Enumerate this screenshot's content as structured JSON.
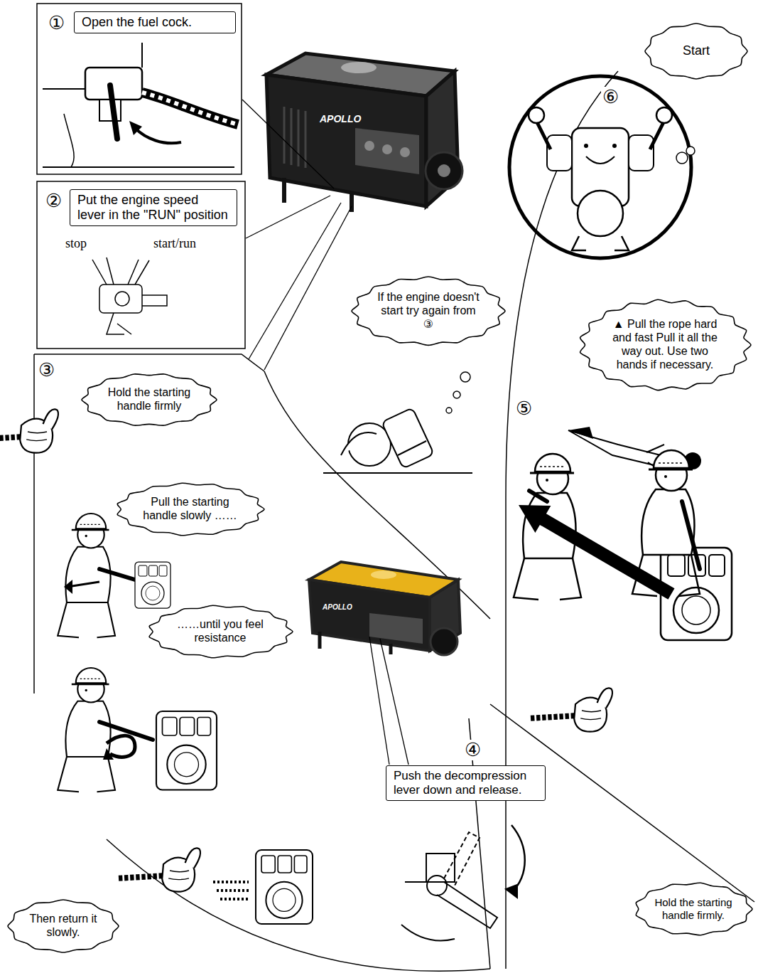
{
  "diagram": {
    "nodes": [
      {
        "text": [
          "Open the fuel cock."
        ]
      },
      {
        "text": [
          "Put the engine speed lever in the \"RUN\" position"
        ]
      },
      {
        "text": [
          "Start"
        ]
      },
      {
        "text": [
          "If the engine doesn't start try again from ③"
        ]
      },
      {
        "text": [
          "Hold the starting handle firmly"
        ]
      },
      {
        "text": [
          "▲ Pull the rope hard and fast Pull it all the way out. Use two hands if necessary."
        ]
      },
      {
        "text": [
          "Pull the starting handle slowly ……"
        ]
      },
      {
        "text": [
          "……until you feel resistance"
        ]
      },
      {
        "text": [
          "Hold the starting handle firmly."
        ]
      },
      {
        "text": [
          "Push the decompression lever down and release."
        ]
      },
      {
        "text": [
          "Then return it slowly."
        ]
      }
    ],
    "labels": [
      "①",
      "②",
      "stop",
      "start/run",
      "③",
      "④",
      "⑤",
      "⑥",
      "APOLLO",
      "APOLLO"
    ]
  }
}
